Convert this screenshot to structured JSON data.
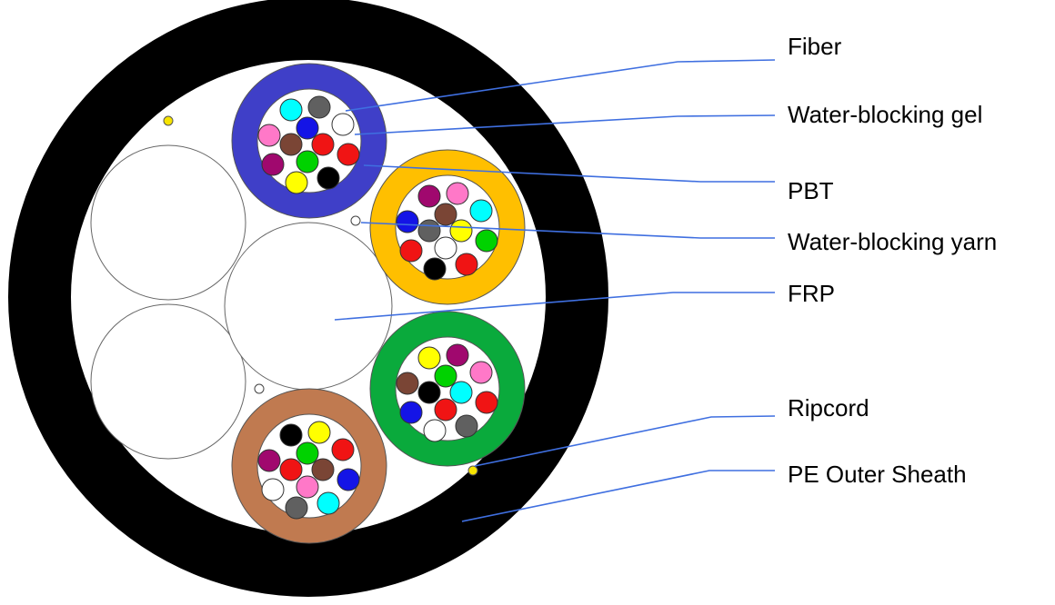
{
  "labels": {
    "fiber": "Fiber",
    "gel": "Water-blocking gel",
    "pbt": "PBT",
    "yarn": "Water-blocking yarn",
    "frp": "FRP",
    "ripcord": "Ripcord",
    "sheath": "PE Outer Sheath"
  },
  "colors": {
    "sheath": "#000000",
    "leader_line": "#3f6fe0",
    "ripcord": "#f7e400",
    "tube_blue": "#3f3fc8",
    "tube_orange": "#ffbf00",
    "tube_green": "#0aaa3c",
    "tube_brown": "#c07a50",
    "fiber_palette": {
      "blue": "#1414e6",
      "orange": "#ff8c00",
      "green": "#00d200",
      "brown": "#7a4535",
      "grey": "#606060",
      "white": "#ffffff",
      "red": "#f01414",
      "black": "#000000",
      "yellow": "#ffff00",
      "violet": "#a0086e",
      "pink": "#ff78c8",
      "aqua": "#00ffff"
    }
  },
  "tubes": [
    {
      "name": "tube-blue",
      "color_key": "tube_blue",
      "fibers": [
        "aqua",
        "grey",
        "white",
        "blue",
        "pink",
        "brown",
        "red",
        "red",
        "violet",
        "green",
        "yellow",
        "black"
      ]
    },
    {
      "name": "tube-orange",
      "color_key": "tube_orange",
      "fibers": [
        "violet",
        "pink",
        "aqua",
        "brown",
        "blue",
        "grey",
        "yellow",
        "green",
        "red",
        "white",
        "black",
        "red"
      ]
    },
    {
      "name": "tube-green",
      "color_key": "tube_green",
      "fibers": [
        "yellow",
        "violet",
        "pink",
        "green",
        "brown",
        "black",
        "aqua",
        "red",
        "blue",
        "red",
        "white",
        "grey"
      ]
    },
    {
      "name": "tube-brown",
      "color_key": "tube_brown",
      "fibers": [
        "black",
        "yellow",
        "red",
        "green",
        "violet",
        "red",
        "brown",
        "blue",
        "white",
        "pink",
        "grey",
        "aqua"
      ]
    }
  ]
}
